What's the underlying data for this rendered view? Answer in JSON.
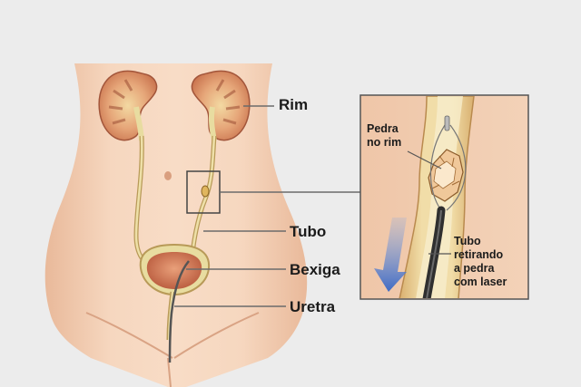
{
  "labels": {
    "kidney": "Rim",
    "ureter": "Tubo",
    "bladder": "Bexiga",
    "urethra": "Uretra",
    "stone": [
      "Pedra",
      "no rim"
    ],
    "scope": [
      "Tubo",
      "retirando",
      "a pedra",
      "com laser"
    ]
  },
  "colors": {
    "background": "#ececec",
    "skin": "#f1cdb2",
    "kidney": "#d98a5e",
    "ureter": "#e8dca0",
    "bladder": "#d9805c",
    "arrow": "#4a76c8",
    "leader_line": "#6b6b6b"
  }
}
